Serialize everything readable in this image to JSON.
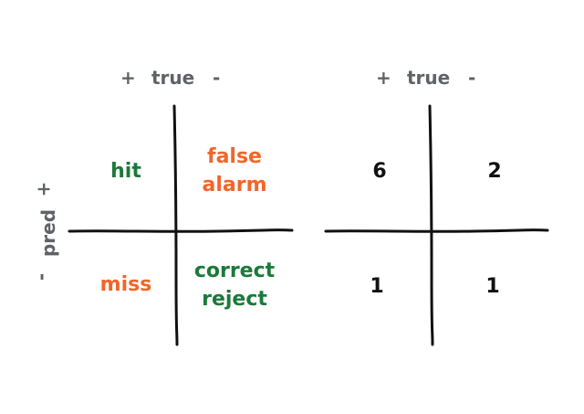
{
  "left_matrix": {
    "true_axis": {
      "plus": "+",
      "label": "true",
      "minus": "-"
    },
    "pred_axis": {
      "plus": "+",
      "label": "pred",
      "minus": "-"
    },
    "cells": {
      "top_left": "hit",
      "top_right_line1": "false",
      "top_right_line2": "alarm",
      "bottom_left": "miss",
      "bottom_right_line1": "correct",
      "bottom_right_line2": "reject"
    }
  },
  "right_matrix": {
    "true_axis": {
      "plus": "+",
      "label": "true",
      "minus": "-"
    },
    "cells": {
      "top_left": "6",
      "top_right": "2",
      "bottom_left": "1",
      "bottom_right": "1"
    }
  },
  "colors": {
    "correct": "#1a7a3a",
    "error": "#f0662a",
    "axis_label": "#5f6368",
    "line": "#111111"
  }
}
